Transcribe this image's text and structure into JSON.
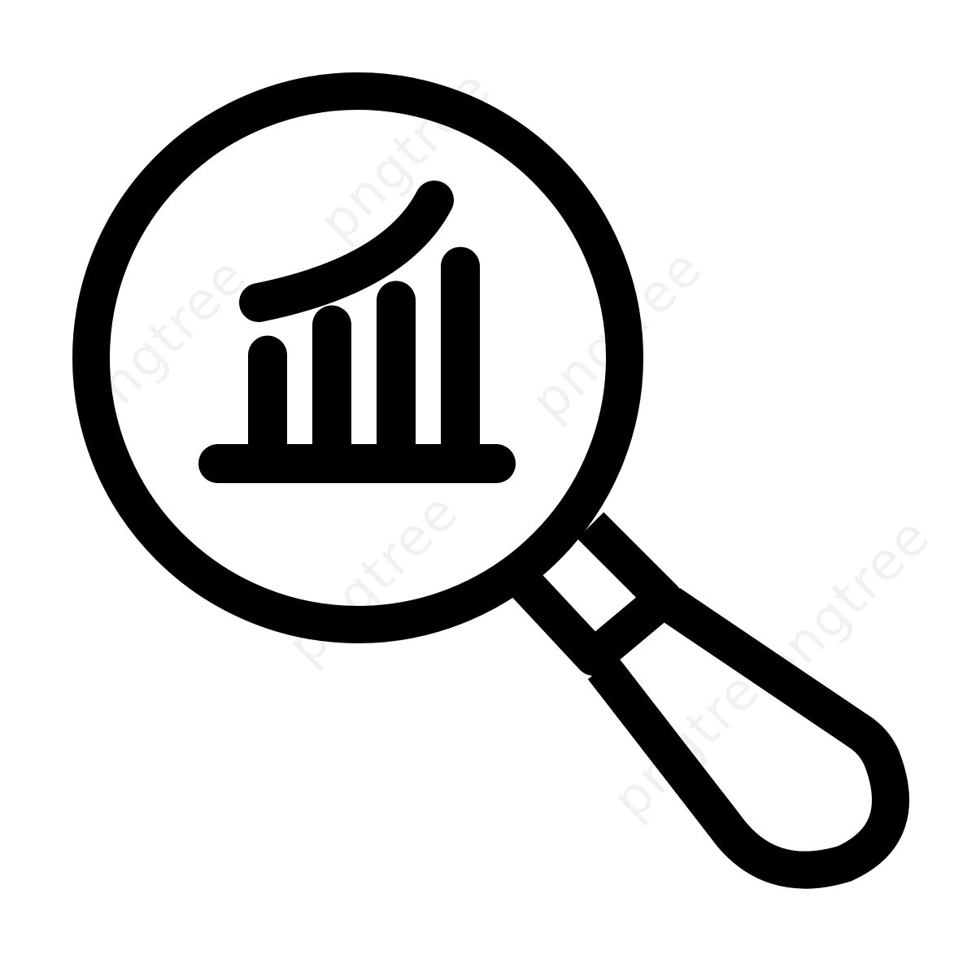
{
  "icon": {
    "name": "magnifier-chart-icon",
    "stroke_color": "#000000",
    "background_color": "#ffffff",
    "bars": [
      {
        "level": 0.48
      },
      {
        "level": 0.64
      },
      {
        "level": 0.77
      },
      {
        "level": 0.95
      }
    ]
  },
  "watermark": {
    "text": "pngtree"
  }
}
